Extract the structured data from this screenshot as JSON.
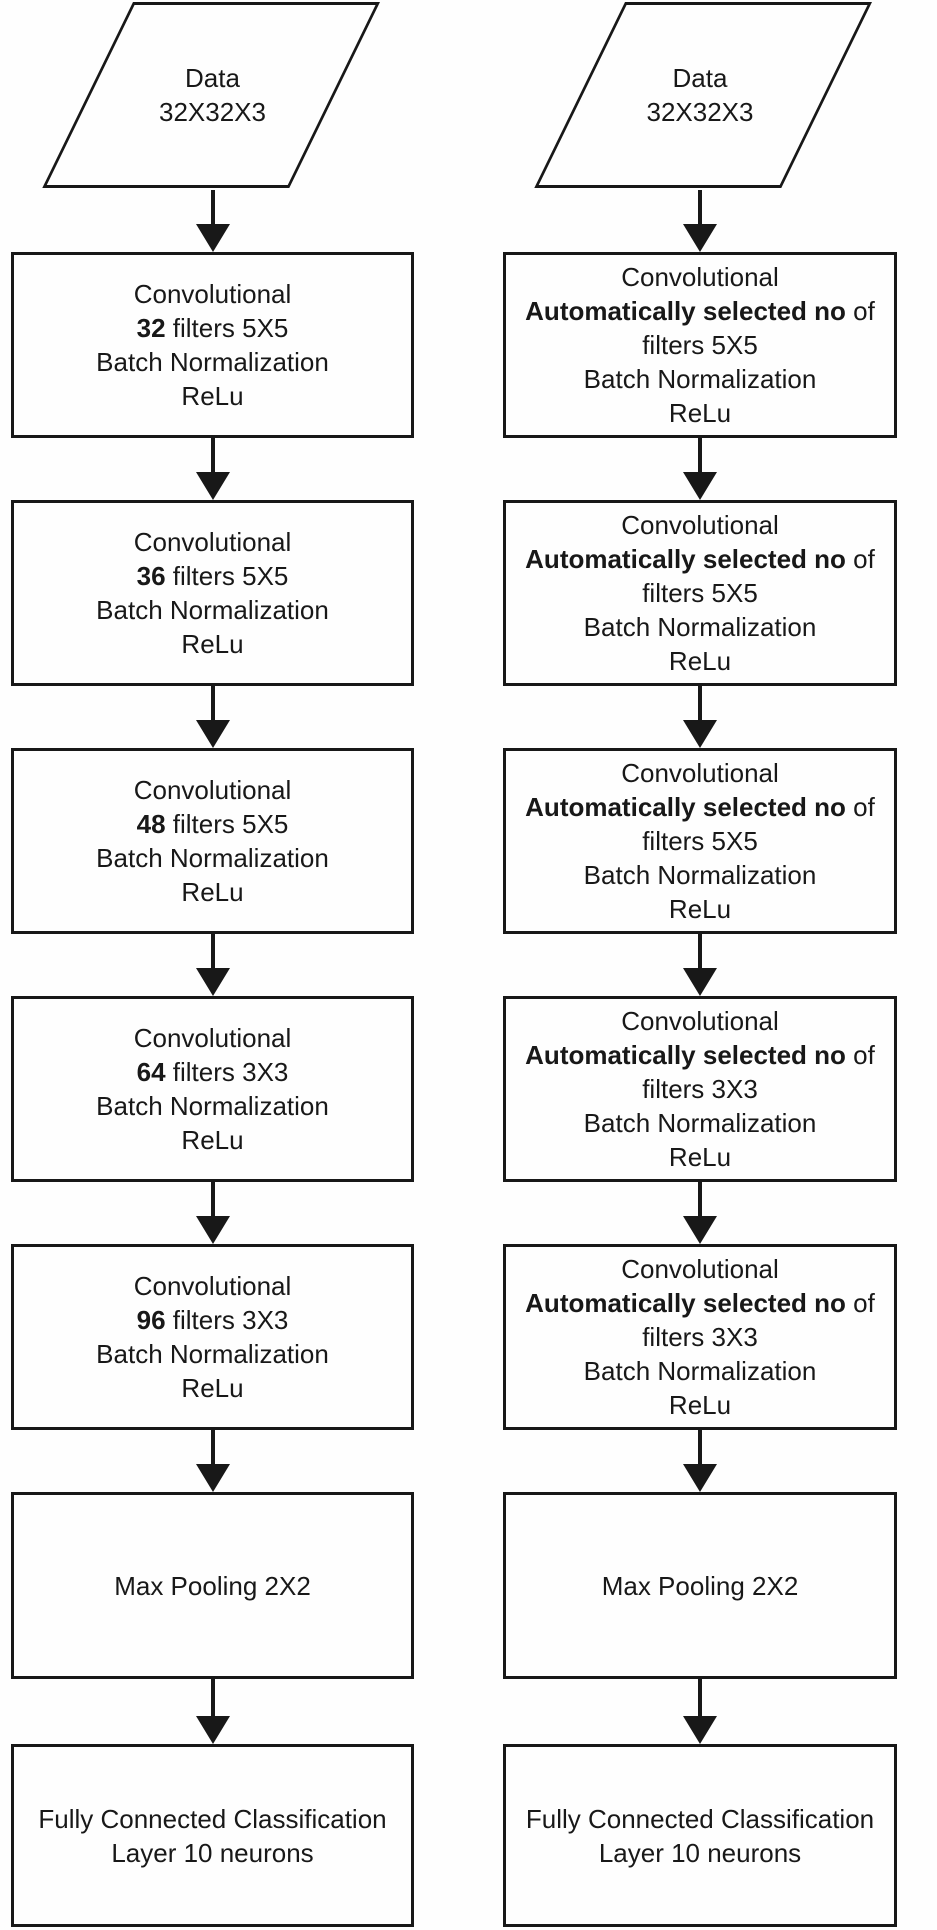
{
  "colors": {
    "ink": "#181818",
    "background": "#ffffff"
  },
  "columns": [
    {
      "id": "manual-cnn",
      "data_node": {
        "line1": "Data",
        "line2": "32X32X3"
      },
      "conv": [
        {
          "line1": "Convolutional",
          "bold": "32",
          "rest": " filters 5X5",
          "line3": "Batch Normalization",
          "line4": "ReLu"
        },
        {
          "line1": "Convolutional",
          "bold": "36",
          "rest": " filters 5X5",
          "line3": "Batch Normalization",
          "line4": "ReLu"
        },
        {
          "line1": "Convolutional",
          "bold": "48",
          "rest": " filters 5X5",
          "line3": "Batch Normalization",
          "line4": "ReLu"
        },
        {
          "line1": "Convolutional",
          "bold": "64",
          "rest": " filters 3X3",
          "line3": "Batch Normalization",
          "line4": "ReLu"
        },
        {
          "line1": "Convolutional",
          "bold": "96",
          "rest": " filters 3X3",
          "line3": "Batch Normalization",
          "line4": "ReLu"
        }
      ],
      "pool": "Max Pooling 2X2",
      "fc": {
        "line1": "Fully Connected Classification",
        "line2": "Layer 10 neurons"
      }
    },
    {
      "id": "auto-cnn",
      "data_node": {
        "line1": "Data",
        "line2": "32X32X3"
      },
      "conv": [
        {
          "line1": "Convolutional",
          "bold": "Automatically selected no",
          "rest": " of",
          "line2b": "filters 5X5",
          "line3": "Batch Normalization",
          "line4": "ReLu"
        },
        {
          "line1": "Convolutional",
          "bold": "Automatically selected no",
          "rest": " of",
          "line2b": "filters 5X5",
          "line3": "Batch Normalization",
          "line4": "ReLu"
        },
        {
          "line1": "Convolutional",
          "bold": "Automatically selected no",
          "rest": " of",
          "line2b": "filters 5X5",
          "line3": "Batch Normalization",
          "line4": "ReLu"
        },
        {
          "line1": "Convolutional",
          "bold": "Automatically selected no",
          "rest": " of",
          "line2b": "filters 3X3",
          "line3": "Batch Normalization",
          "line4": "ReLu"
        },
        {
          "line1": "Convolutional",
          "bold": "Automatically selected no",
          "rest": " of",
          "line2b": "filters 3X3",
          "line3": "Batch Normalization",
          "line4": "ReLu"
        }
      ],
      "pool": "Max Pooling 2X2",
      "fc": {
        "line1": "Fully Connected Classification",
        "line2": "Layer 10 neurons"
      }
    }
  ]
}
